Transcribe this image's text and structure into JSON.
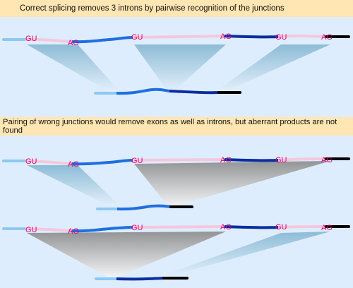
{
  "captions": {
    "correct": "Correct splicing removes 3 introns by pairwise recognition of the junctions",
    "wrong": "Pairing of wrong junctions would remove exons as well as introns, but aberrant products are not found"
  },
  "junctions": {
    "donor": "GU",
    "acceptor": "AG"
  },
  "colors": {
    "background": "#deedfd",
    "caption_background": "#ffe6b3",
    "intron": "#f4c8dc",
    "junction_label": "#e0007a",
    "exon1": "#8ec8f4",
    "exon2": "#1f6fe0",
    "exon3": "#0a2e9e",
    "exon4": "#000000",
    "correct_splice_wedge": "#7fb3cf",
    "wrong_splice_wedge": "#9a9a9a"
  }
}
